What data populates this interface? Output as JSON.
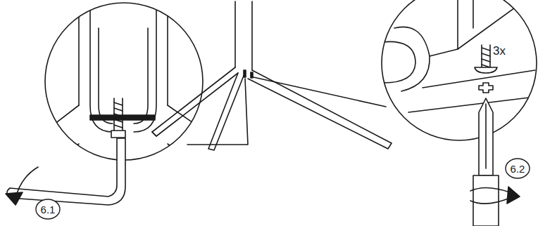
{
  "diagram": {
    "nodes": [
      {
        "text": [
          "6.1"
        ]
      },
      {
        "text": [
          "6.2"
        ]
      }
    ],
    "labels": [
      "3x"
    ]
  }
}
